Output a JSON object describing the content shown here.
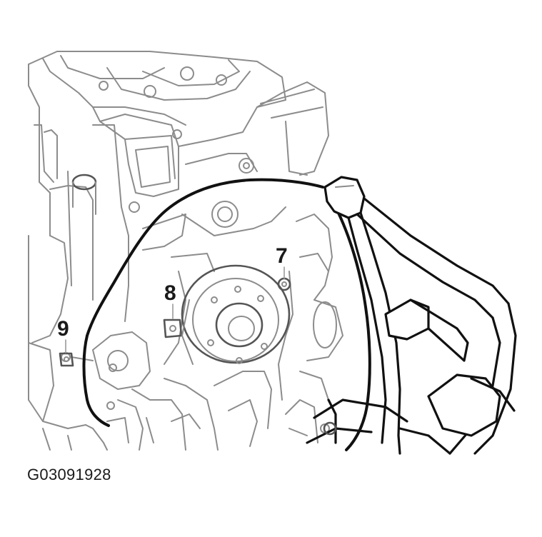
{
  "callouts": {
    "bolt_7": "7",
    "bolt_8": "8",
    "bolt_9": "9"
  },
  "figure_code": "G03091928",
  "colors": {
    "line_art": "#8c8c8c",
    "gasket_outline": "#111111",
    "background": "#ffffff"
  }
}
